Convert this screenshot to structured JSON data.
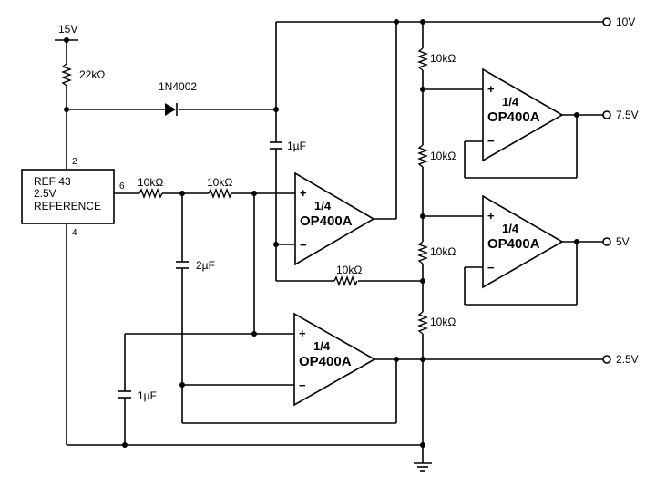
{
  "supply": {
    "label": "15V"
  },
  "outputs": {
    "v10": "10V",
    "v7_5": "7.5V",
    "v5": "5V",
    "v2_5": "2.5V"
  },
  "reference": {
    "line1": "REF 43",
    "line2": "2.5V",
    "line3": "REFERENCE",
    "pin_in": "2",
    "pin_out": "6",
    "pin_gnd": "4"
  },
  "resistors": {
    "r_supply": "22kΩ",
    "r_in1": "10kΩ",
    "r_in2": "10kΩ",
    "r_fb": "10kΩ",
    "r_div1": "10kΩ",
    "r_div2": "10kΩ",
    "r_div3": "10kΩ",
    "r_div4": "10kΩ"
  },
  "capacitors": {
    "c_top": "1µF",
    "c_mid": "2µF",
    "c_bottom": "1µF"
  },
  "diode": {
    "label": "1N4002"
  },
  "amplifiers": {
    "fraction": "1/4",
    "part": "OP400A",
    "plus": "+",
    "minus": "−"
  }
}
